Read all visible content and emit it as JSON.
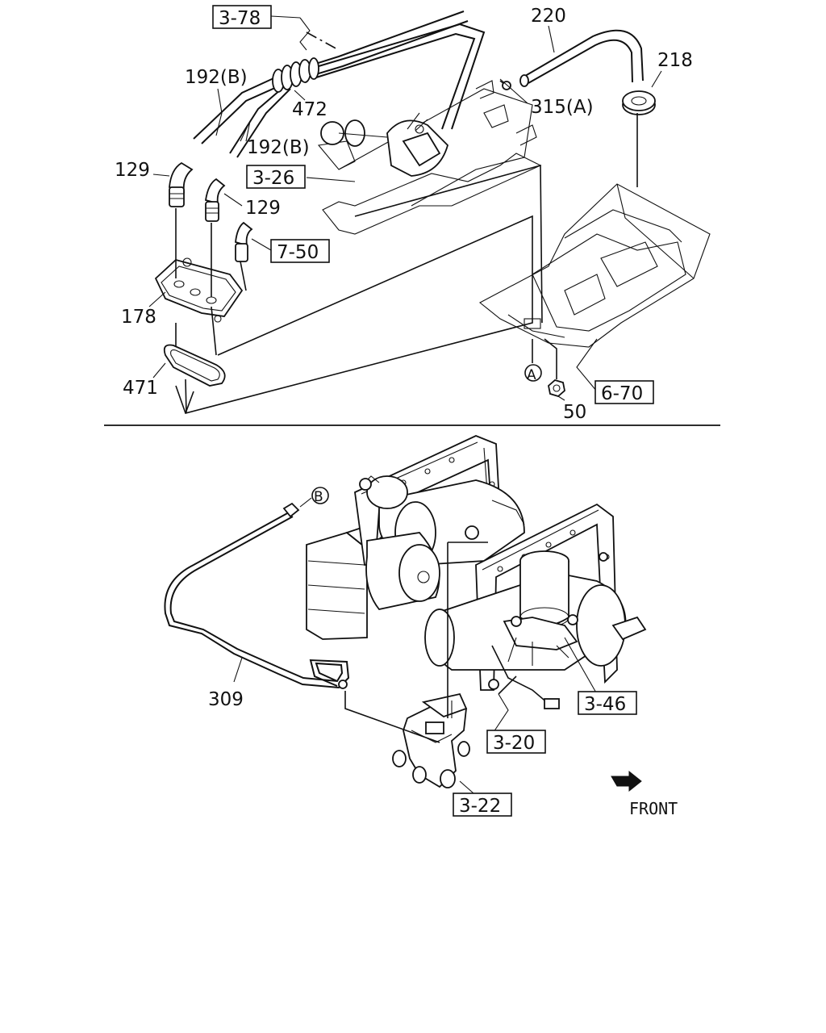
{
  "callouts": {
    "p220": "220",
    "p218": "218",
    "p315": "315(A)",
    "p192a": "192(B)",
    "p192b": "192(B)",
    "p472": "472",
    "p129a": "129",
    "p129b": "129",
    "p178": "178",
    "p471": "471",
    "p50": "50",
    "p309": "309"
  },
  "references": {
    "r378": "3-78",
    "r326": "3-26",
    "r750": "7-50",
    "r670": "6-70",
    "r346": "3-46",
    "r320": "3-20",
    "r322": "3-22"
  },
  "markers": {
    "a": "A",
    "b": "B"
  },
  "front": {
    "label": "FRONT"
  }
}
